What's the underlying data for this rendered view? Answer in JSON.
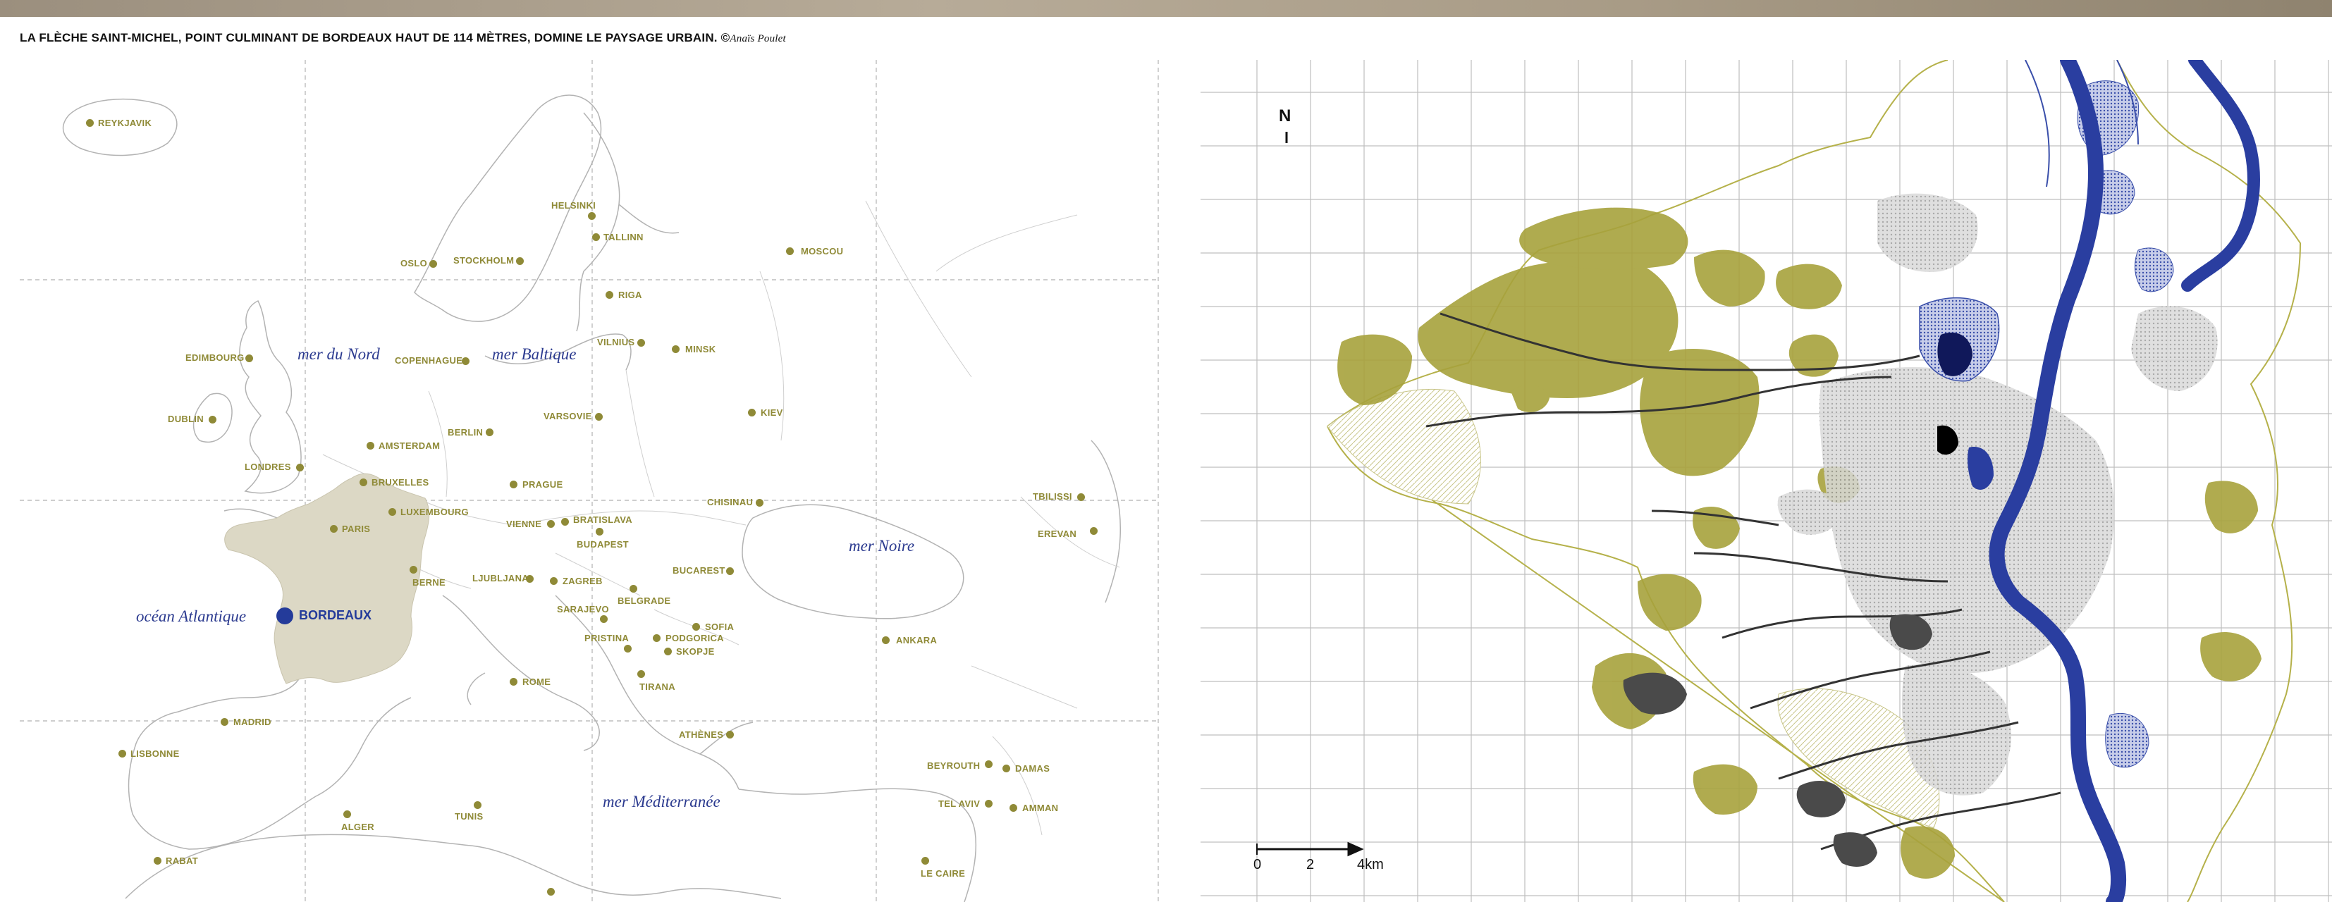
{
  "caption": {
    "text": "LA FLÈCHE SAINT-MICHEL, POINT CULMINANT DE BORDEAUX HAUT DE 114 MÈTRES, DOMINE LE PAYSAGE URBAIN. ©",
    "credit": "Anaïs Poulet"
  },
  "colors": {
    "city_label": "#8f8a37",
    "sea_label": "#2b3a8f",
    "france_fill": "#dcd8c5",
    "bordeaux": "#243b9a",
    "river": "#2a3ea0",
    "green_area": "#a7a23c"
  },
  "europe_map": {
    "cities": {
      "reykjavik": "REYKJAVIK",
      "helsinki": "HELSINKI",
      "tallinn": "TALLINN",
      "oslo": "OSLO",
      "stockholm": "STOCKHOLM",
      "moscou": "MOSCOU",
      "riga": "RIGA",
      "edimbourg": "EDIMBOURG",
      "copenhague": "COPENHAGUE",
      "vilnius": "VILNIUS",
      "minsk": "MINSK",
      "dublin": "DUBLIN",
      "varsovie": "VARSOVIE",
      "kiev": "KIEV",
      "berlin": "BERLIN",
      "amsterdam": "AMSTERDAM",
      "londres": "LONDRES",
      "bruxelles": "BRUXELLES",
      "prague": "PRAGUE",
      "luxembourg": "LUXEMBOURG",
      "chisinau": "CHISINAU",
      "tbilissi": "TBILISSI",
      "paris": "PARIS",
      "vienne": "VIENNE",
      "bratislava": "BRATISLAVA",
      "budapest": "BUDAPEST",
      "erevan": "EREVAN",
      "berne": "BERNE",
      "ljubljana": "LJUBLJANA",
      "zagreb": "ZAGREB",
      "bucarest": "BUCAREST",
      "belgrade": "BELGRADE",
      "sarajevo": "SARAJEVO",
      "sofia": "SOFIA",
      "pristina": "PRISTINA",
      "podgorica": "PODGORICA",
      "skopje": "SKOPJE",
      "ankara": "ANKARA",
      "rome": "ROME",
      "tirana": "TIRANA",
      "madrid": "MADRID",
      "athenes": "ATHÈNES",
      "lisbonne": "LISBONNE",
      "beyrouth": "BEYROUTH",
      "damas": "DAMAS",
      "alger": "ALGER",
      "tunis": "TUNIS",
      "tel_aviv": "TEL AVIV",
      "amman": "AMMAN",
      "rabat": "RABAT",
      "le_caire": "LE CAIRE"
    },
    "seas": {
      "mer_du_nord": "mer du Nord",
      "mer_baltique": "mer Baltique",
      "ocean_atlantique": "océan Atlantique",
      "mer_noire": "mer Noire",
      "mer_mediterranee": "mer Méditerranée"
    },
    "highlight": "BORDEAUX"
  },
  "city_map": {
    "north": "N",
    "scale": [
      "0",
      "2",
      "4km"
    ]
  }
}
